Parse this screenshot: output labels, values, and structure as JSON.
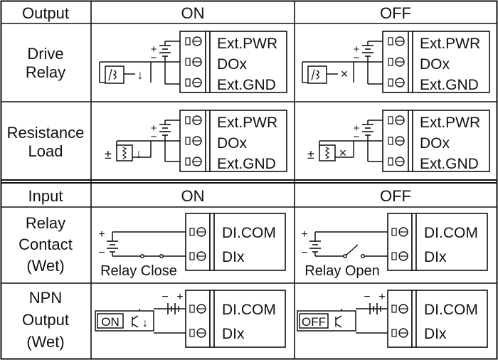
{
  "output_table": {
    "header": {
      "col1": "Output",
      "col2": "ON",
      "col3": "OFF"
    },
    "rows": [
      {
        "label_line1": "Drive",
        "label_line2": "Relay"
      },
      {
        "label_line1": "Resistance",
        "label_line2": "Load"
      }
    ],
    "terminals": [
      "Ext.PWR",
      "DOx",
      "Ext.GND"
    ]
  },
  "input_table": {
    "header": {
      "col1": "Input",
      "col2": "ON",
      "col3": "OFF"
    },
    "rows": [
      {
        "label_line1": "Relay",
        "label_line2": "Contact",
        "label_line3": "(Wet)",
        "on_caption": "Relay Close",
        "off_caption": "Relay Open"
      },
      {
        "label_line1": "NPN",
        "label_line2": "Output",
        "label_line3": "(Wet)",
        "on_caption": "ON",
        "off_caption": "OFF"
      }
    ],
    "terminals": [
      "DI.COM",
      "DIx"
    ]
  },
  "symbols": {
    "plus": "+",
    "minus": "−",
    "plusminus": "±",
    "arrow_down": "↓",
    "cross": "×"
  }
}
